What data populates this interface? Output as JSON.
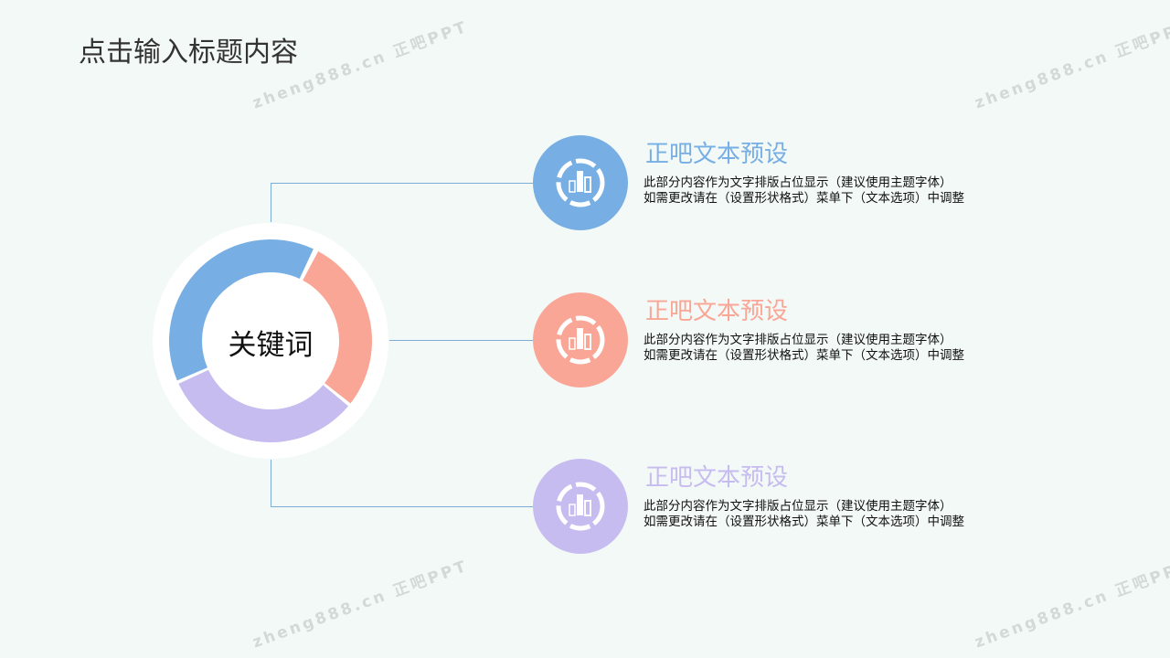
{
  "title": "点击输入标题内容",
  "center_label": "关键词",
  "watermark": "zheng888.cn 正吧PPT",
  "colors": {
    "blue": "#77aee3",
    "salmon": "#f9a696",
    "purple": "#c7bcef",
    "line": "#7aaed6"
  },
  "items": [
    {
      "title": "正吧文本预设",
      "line1": "此部分内容作为文字排版占位显示（建议使用主题字体）",
      "line2": "如需更改请在（设置形状格式）菜单下（文本选项）中调整",
      "icon": "bar-chart-icon"
    },
    {
      "title": "正吧文本预设",
      "line1": "此部分内容作为文字排版占位显示（建议使用主题字体）",
      "line2": "如需更改请在（设置形状格式）菜单下（文本选项）中调整",
      "icon": "bar-chart-icon"
    },
    {
      "title": "正吧文本预设",
      "line1": "此部分内容作为文字排版占位显示（建议使用主题字体）",
      "line2": "如需更改请在（设置形状格式）菜单下（文本选项）中调整",
      "icon": "bar-chart-icon"
    }
  ]
}
